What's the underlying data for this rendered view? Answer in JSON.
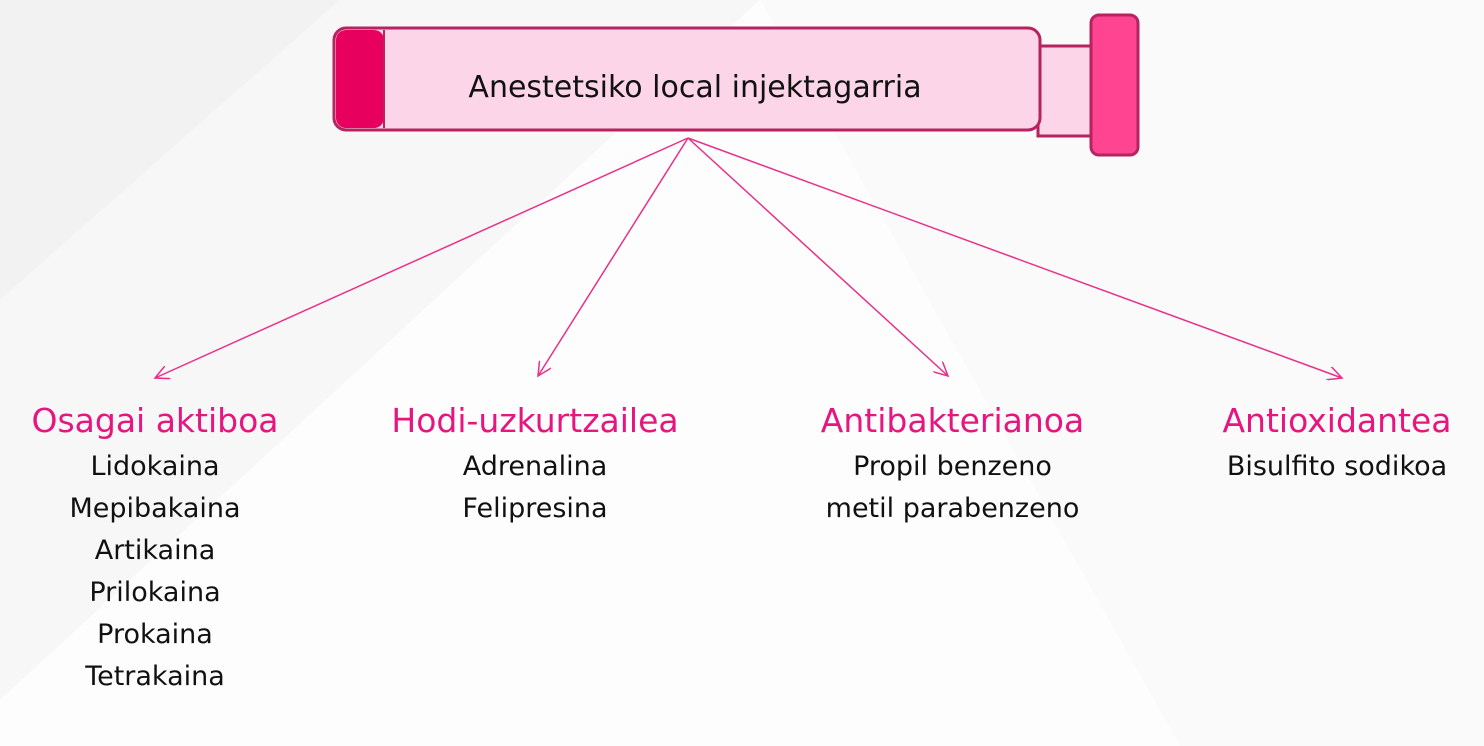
{
  "main_node": {
    "label": "Anestetsiko local injektagarria"
  },
  "categories": [
    {
      "title": "Osagai aktiboa",
      "items": [
        "Lidokaina",
        "Mepibakaina",
        "Artikaina",
        "Prilokaina",
        "Prokaina",
        "Tetrakaina"
      ]
    },
    {
      "title": "Hodi-uzkurtzailea",
      "items": [
        "Adrenalina",
        "Felipresina"
      ]
    },
    {
      "title": "Antibakterianoa",
      "items": [
        "Propil benzeno",
        "metil parabenzeno"
      ]
    },
    {
      "title": "Antioxidantea",
      "items": [
        "Bisulfito sodikoa"
      ]
    }
  ],
  "colors": {
    "accent": "#e6157f",
    "arrow": "#e8308a",
    "syringe_fill": "#fdd5e8",
    "syringe_stroke": "#b5245e",
    "syringe_cap": "#e8005e",
    "syringe_plunger": "#ff4491",
    "text": "#111111"
  }
}
